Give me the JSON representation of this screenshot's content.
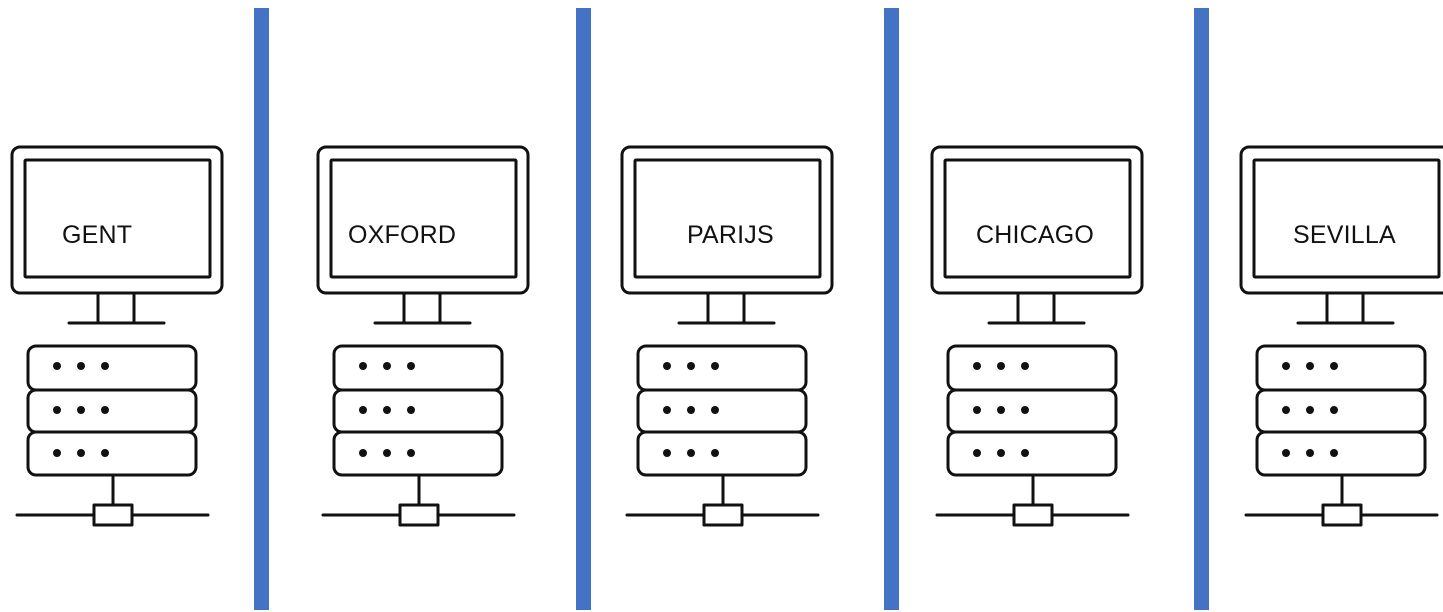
{
  "stations": [
    {
      "name": "GENT"
    },
    {
      "name": "OXFORD"
    },
    {
      "name": "PARIJS"
    },
    {
      "name": "CHICAGO"
    },
    {
      "name": "SEVILLA"
    }
  ],
  "colors": {
    "divider": "#4472c4",
    "icon_stroke": "#111111",
    "background": "#ffffff"
  },
  "icons": {
    "monitor": "monitor-icon",
    "server": "server-rack-icon",
    "network": "network-connector-icon"
  }
}
